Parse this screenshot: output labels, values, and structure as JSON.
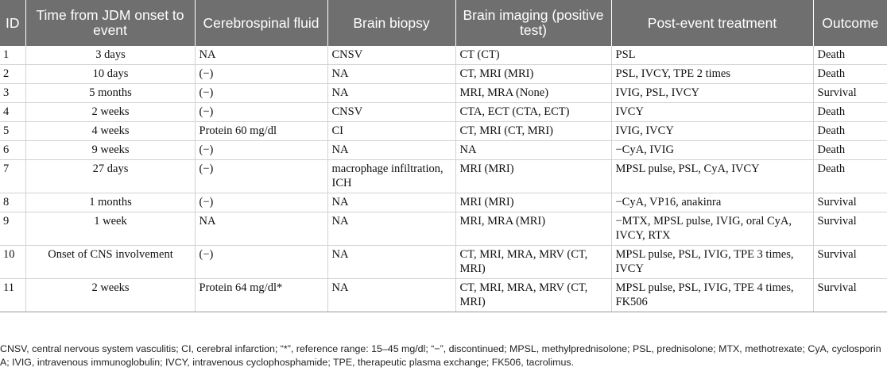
{
  "table": {
    "headers": [
      "ID",
      "Time from JDM onset to event",
      "Cerebrospinal fluid",
      "Brain biopsy",
      "Brain imaging (positive test)",
      "Post-event treatment",
      "Outcome"
    ],
    "rows": [
      [
        "1",
        "3 days",
        "NA",
        "CNSV",
        "CT (CT)",
        "PSL",
        "Death"
      ],
      [
        "2",
        "10 days",
        "(−)",
        "NA",
        "CT, MRI (MRI)",
        "PSL, IVCY, TPE 2 times",
        "Death"
      ],
      [
        "3",
        "5 months",
        "(−)",
        "NA",
        "MRI, MRA (None)",
        "IVIG, PSL, IVCY",
        "Survival"
      ],
      [
        "4",
        "2 weeks",
        "(−)",
        "CNSV",
        "CTA, ECT (CTA, ECT)",
        "IVCY",
        "Death"
      ],
      [
        "5",
        "4 weeks",
        "Protein 60 mg/dl",
        "CI",
        "CT, MRI (CT, MRI)",
        "IVIG, IVCY",
        "Death"
      ],
      [
        "6",
        "9 weeks",
        "(−)",
        "NA",
        "NA",
        "−CyA, IVIG",
        "Death"
      ],
      [
        "7",
        "27 days",
        "(−)",
        "macrophage infiltration, ICH",
        "MRI (MRI)",
        "MPSL pulse, PSL, CyA, IVCY",
        "Death"
      ],
      [
        "8",
        "1 months",
        "(−)",
        "NA",
        "MRI (MRI)",
        "−CyA, VP16, anakinra",
        "Survival"
      ],
      [
        "9",
        "1 week",
        "NA",
        "NA",
        "MRI, MRA (MRI)",
        "−MTX, MPSL pulse, IVIG, oral CyA, IVCY, RTX",
        "Survival"
      ],
      [
        "10",
        "Onset of CNS involvement",
        "(−)",
        "NA",
        "CT, MRI, MRA, MRV (CT, MRI)",
        "MPSL pulse, PSL, IVIG, TPE 3 times, IVCY",
        "Survival"
      ],
      [
        "11",
        "2 weeks",
        "Protein 64 mg/dl*",
        "NA",
        "CT, MRI, MRA, MRV (CT, MRI)",
        "MPSL pulse, PSL, IVIG, TPE 4 times, FK506",
        "Survival"
      ]
    ]
  },
  "footnote": "CNSV, central nervous system vasculitis; CI, cerebral infarction; “*”, reference range: 15–45 mg/dl; “−”, discontinued; MPSL, methylprednisolone; PSL, prednisolone; MTX, methotrexate; CyA, cyclosporin A; IVIG, intravenous immunoglobulin; IVCY, intravenous cyclophosphamide; TPE, therapeutic plasma exchange; FK506, tacrolimus."
}
